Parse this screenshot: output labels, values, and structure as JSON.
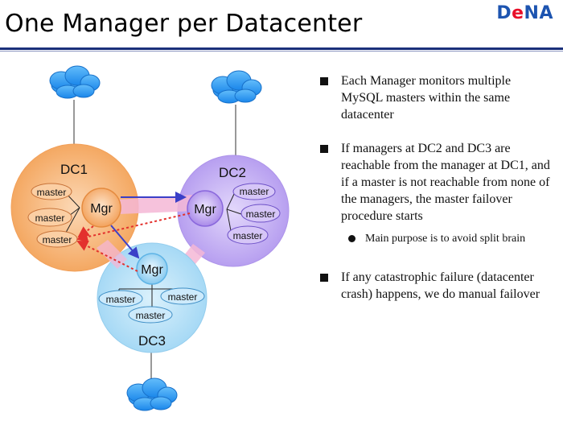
{
  "slide": {
    "title": "One Manager per Datacenter",
    "logo_prefix": "D",
    "logo_accent": "e",
    "logo_suffix": "NA"
  },
  "diagram": {
    "dc1": {
      "label": "DC1",
      "manager": "Mgr",
      "masters": [
        "master",
        "master",
        "master"
      ]
    },
    "dc2": {
      "label": "DC2",
      "manager": "Mgr",
      "masters": [
        "master",
        "master",
        "master"
      ]
    },
    "dc3": {
      "label": "DC3",
      "manager": "Mgr",
      "masters": [
        "master",
        "master",
        "master"
      ]
    }
  },
  "bullets": [
    {
      "text": "Each Manager monitors multiple MySQL masters within the same datacenter"
    },
    {
      "text": "If managers at DC2 and DC3 are reachable from the manager at DC1, and if a master is not reachable from none of the managers, the master failover procedure starts",
      "sub": "Main purpose is to avoid split brain"
    },
    {
      "text": "If any catastrophic failure (datacenter crash) happens, we do manual failover"
    }
  ],
  "colors": {
    "title_rule": "#1a2f7a",
    "logo_blue": "#1d54b0",
    "logo_red": "#e8102a",
    "dc1_fill": "#f7b87f",
    "dc2_fill": "#c6b2f2",
    "dc3_fill": "#b3e1f8",
    "cloud_fill": "#2b9af3",
    "link_pink": "#f4b7d6",
    "failure_arrow": "#e3312d"
  }
}
